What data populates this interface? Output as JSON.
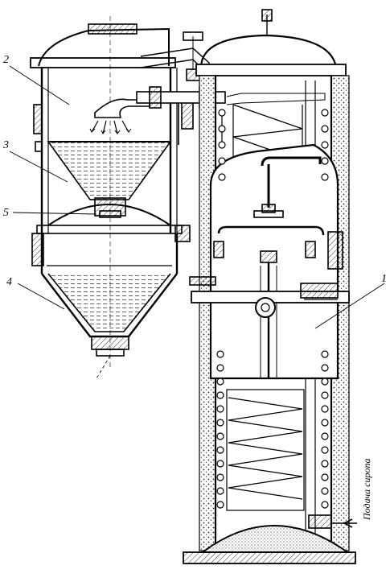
{
  "diagram": {
    "callouts": [
      "1",
      "2",
      "3",
      "4",
      "5"
    ],
    "inlet_label": "Подача сиропа",
    "colors": {
      "ink": "#000000",
      "paper": "#ffffff",
      "hatch": "#333333"
    }
  }
}
